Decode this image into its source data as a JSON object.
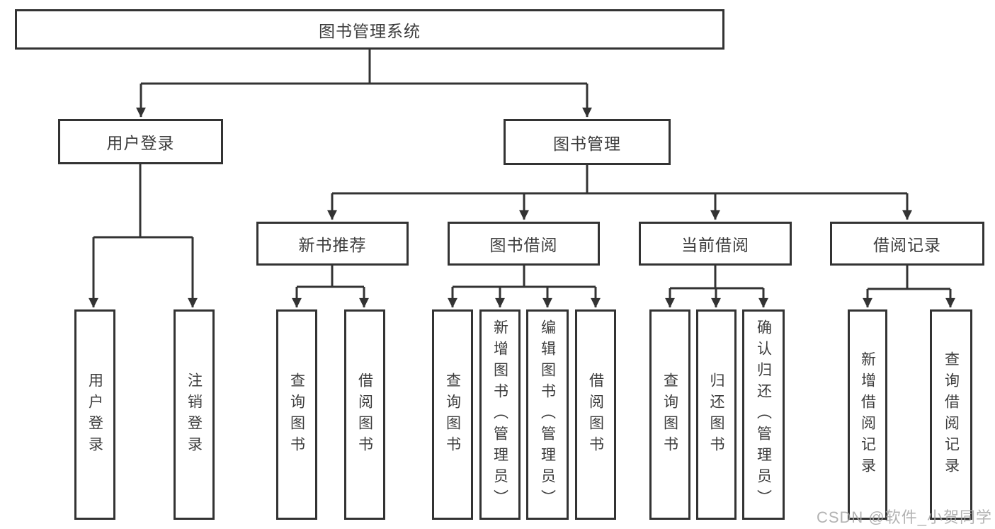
{
  "diagram": {
    "root": {
      "label": "图书管理系统"
    },
    "level2": [
      {
        "id": "user-login",
        "label": "用户登录"
      },
      {
        "id": "book-management",
        "label": "图书管理"
      }
    ],
    "level3": [
      {
        "id": "new-book-recommendation",
        "label": "新书推荐",
        "parent": "图书管理"
      },
      {
        "id": "book-borrowing",
        "label": "图书借阅",
        "parent": "图书管理"
      },
      {
        "id": "current-borrowing",
        "label": "当前借阅",
        "parent": "图书管理"
      },
      {
        "id": "borrowing-records",
        "label": "借阅记录",
        "parent": "图书管理"
      }
    ],
    "leaves": [
      {
        "label": "用户登录",
        "parent": "用户登录"
      },
      {
        "label": "注销登录",
        "parent": "用户登录"
      },
      {
        "label": "查询图书",
        "parent": "新书推荐"
      },
      {
        "label": "借阅图书",
        "parent": "新书推荐"
      },
      {
        "label": "查询图书",
        "parent": "图书借阅"
      },
      {
        "label": "新增图书（管理员）",
        "parent": "图书借阅"
      },
      {
        "label": "编辑图书（管理员）",
        "parent": "图书借阅"
      },
      {
        "label": "借阅图书",
        "parent": "图书借阅"
      },
      {
        "label": "查询图书",
        "parent": "当前借阅"
      },
      {
        "label": "归还图书",
        "parent": "当前借阅"
      },
      {
        "label": "确认归还（管理员）",
        "parent": "当前借阅"
      },
      {
        "label": "新增借阅记录",
        "parent": "借阅记录"
      },
      {
        "label": "查询借阅记录",
        "parent": "借阅记录"
      }
    ]
  },
  "watermark": {
    "text": "CSDN @软件_小贺同学"
  },
  "colors": {
    "line": "#333333",
    "node_border": "#333333",
    "node_text": "#3c3c3c",
    "background": "#ffffff",
    "watermark": "#a6a6a6"
  }
}
